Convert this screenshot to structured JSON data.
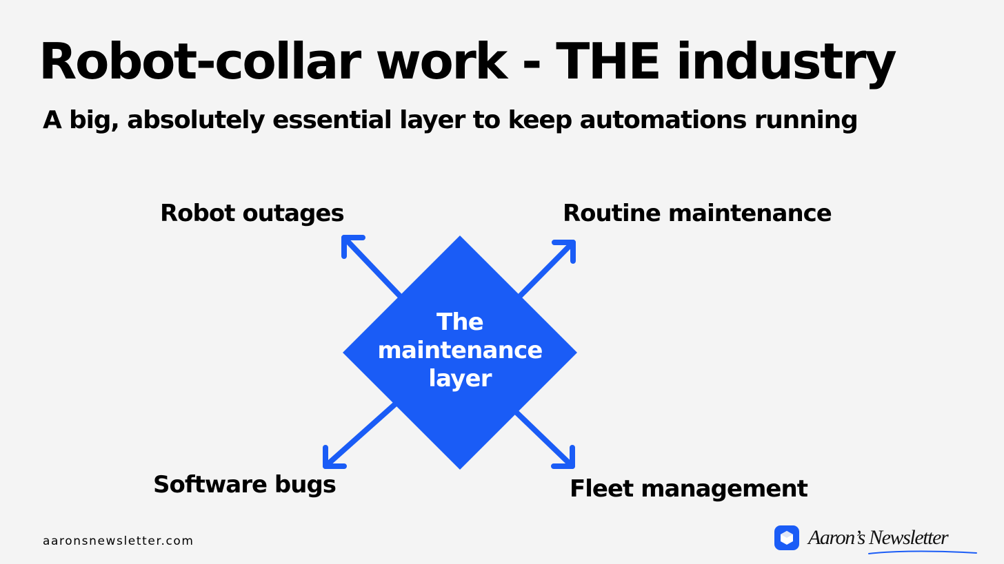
{
  "title": "Robot-collar work - THE industry",
  "subtitle": "A big, absolutely essential layer to keep automations running",
  "diagram": {
    "center": {
      "lines": [
        "The",
        "maintenance",
        "layer"
      ]
    },
    "branches": {
      "top_left": "Robot outages",
      "top_right": "Routine maintenance",
      "bottom_left": "Software bugs",
      "bottom_right": "Fleet management"
    }
  },
  "footer": {
    "url": "aaronsnewsletter.com",
    "brand": "Aaron’s Newsletter"
  },
  "colors": {
    "accent": "#1a5cf6",
    "background": "#f4f4f4",
    "text": "#000000"
  }
}
